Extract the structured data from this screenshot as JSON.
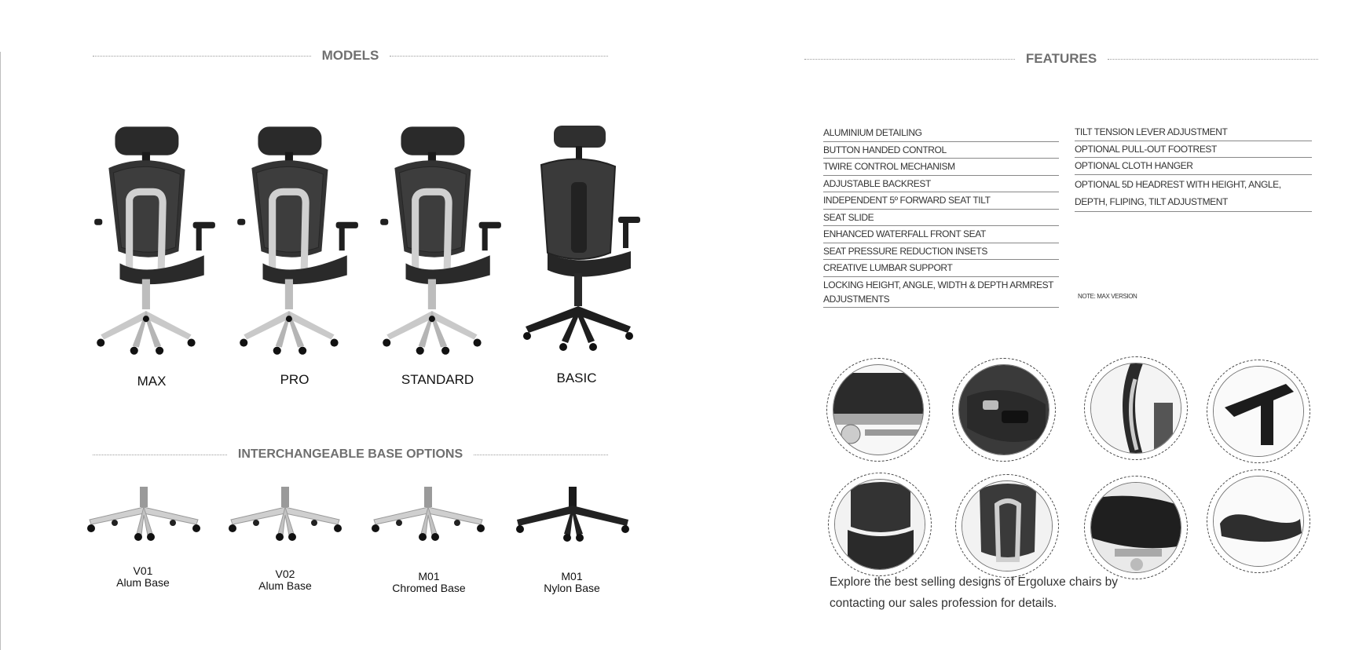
{
  "models": {
    "heading": "MODELS",
    "items": [
      {
        "label": "MAX"
      },
      {
        "label": "PRO"
      },
      {
        "label": "STANDARD"
      },
      {
        "label": "BASIC"
      }
    ]
  },
  "bases": {
    "heading": "INTERCHANGEABLE BASE OPTIONS",
    "items": [
      {
        "code": "V01",
        "name": "Alum Base"
      },
      {
        "code": "V02",
        "name": "Alum Base"
      },
      {
        "code": "M01",
        "name": "Chromed Base"
      },
      {
        "code": "M01",
        "name": "Nylon Base"
      }
    ]
  },
  "features": {
    "heading": "FEATURES",
    "left": [
      "ALUMINIUM DETAILING",
      "BUTTON HANDED CONTROL",
      "TWIRE CONTROL MECHANISM",
      "ADJUSTABLE BACKREST",
      "INDEPENDENT 5º FORWARD SEAT TILT",
      "SEAT SLIDE",
      "ENHANCED WATERFALL FRONT SEAT",
      "SEAT PRESSURE REDUCTION INSETS",
      "CREATIVE LUMBAR SUPPORT",
      "LOCKING HEIGHT, ANGLE, WIDTH & DEPTH ARMREST ADJUSTMENTS"
    ],
    "right": [
      "TILT TENSION LEVER ADJUSTMENT",
      "OPTIONAL PULL-OUT FOOTREST",
      "OPTIONAL CLOTH HANGER",
      "OPTIONAL 5D HEADREST WITH HEIGHT, ANGLE, DEPTH, FLIPING, TILT ADJUSTMENT"
    ],
    "note": "NOTE: MAX VERSION"
  },
  "cta": {
    "text": "Explore the best selling designs of Ergoluxe chairs by contacting our sales profession for details."
  },
  "colors": {
    "mesh": "#2a2a2a",
    "aluminium": "#c9c9c9",
    "heading": "#6f6f6f"
  }
}
